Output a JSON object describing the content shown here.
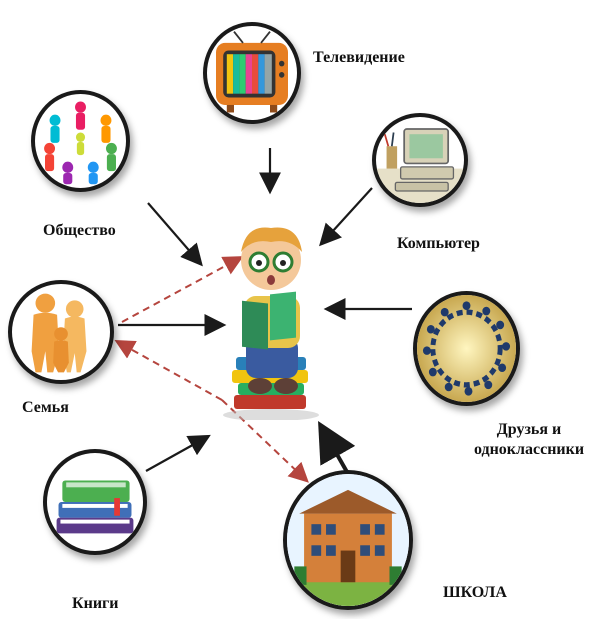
{
  "nodes": {
    "tv": "Телевидение",
    "society": "Общество",
    "computer": "Компьютер",
    "family": "Семья",
    "friends": "Друзья и одноклассники",
    "books": "Книги",
    "school": "ШКОЛА"
  },
  "colors": {
    "arrow": "#1a1a1a",
    "dashed_arrow": "#b5453e",
    "circle_border": "#1a1a1a"
  },
  "icons": {
    "tv": "tv-icon",
    "society": "people-circle-icon",
    "computer": "computer-icon",
    "family": "family-icon",
    "friends": "friends-circle-icon",
    "books": "books-icon",
    "school": "school-building-icon",
    "center": "child-reading-icon"
  }
}
